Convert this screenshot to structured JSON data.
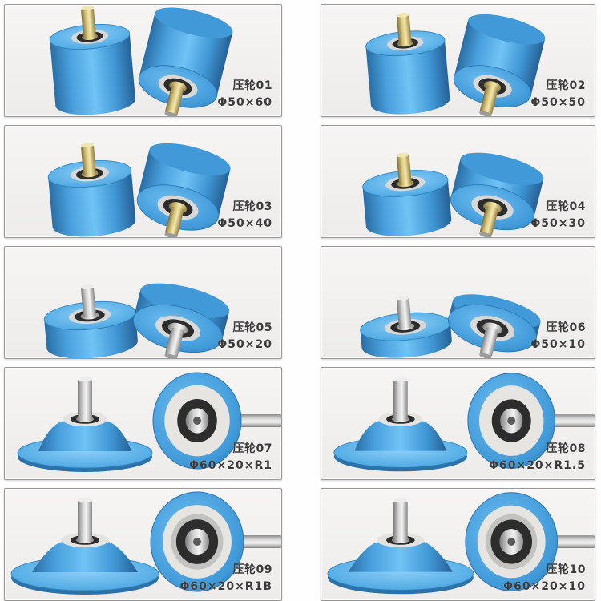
{
  "page": {
    "background": "#fefefe",
    "panel_background": "#f1f0ee",
    "panel_border": "#989898",
    "label_color": "#3b3b3b",
    "roller_blue": "#49a0dd",
    "bearing_dark": "#2d2d2d",
    "shaft_silver": "#d3d3d3",
    "shaft_brass": "#d9c77e"
  },
  "products": [
    {
      "name": "压轮01",
      "spec": "Φ50×60"
    },
    {
      "name": "压轮02",
      "spec": "Φ50×50"
    },
    {
      "name": "压轮03",
      "spec": "Φ50×40"
    },
    {
      "name": "压轮04",
      "spec": "Φ50×30"
    },
    {
      "name": "压轮05",
      "spec": "Φ50×20"
    },
    {
      "name": "压轮06",
      "spec": "Φ50×10"
    },
    {
      "name": "压轮07",
      "spec": "Φ60×20×R1"
    },
    {
      "name": "压轮08",
      "spec": "Φ60×20×R1.5"
    },
    {
      "name": "压轮09",
      "spec": "Φ60×20×R1B"
    },
    {
      "name": "压轮10",
      "spec": "Φ60×20×10"
    }
  ]
}
